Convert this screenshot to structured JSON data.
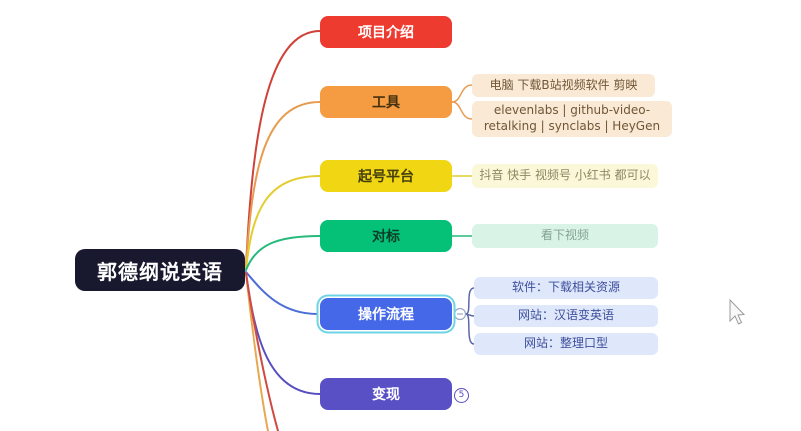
{
  "canvas": {
    "bg": "#ffffff",
    "selection_color": "#6fd3e6"
  },
  "root": {
    "label": "郭德纲说英语",
    "bg": "#18182f",
    "text_color": "#ffffff"
  },
  "branches": [
    {
      "label": "项目介绍",
      "bg": "#ee3b30",
      "text_color": "#ffffff",
      "line_color": "#cf4239",
      "children": []
    },
    {
      "label": "工具",
      "bg": "#f59b42",
      "text_color": "#45310e",
      "line_color": "#e79b4f",
      "children": [
        {
          "label": "电脑 下载B站视频软件 剪映",
          "bg": "#fae9d5",
          "text_color": "#6f5636"
        },
        {
          "label": "elevenlabs | github-video-retalking | synclabs | HeyGen",
          "bg": "#fae9d5",
          "text_color": "#6f5636"
        }
      ]
    },
    {
      "label": "起号平台",
      "bg": "#f1d614",
      "text_color": "#45400e",
      "line_color": "#e3cd30",
      "children": [
        {
          "label": "抖音 快手 视频号 小红书 都可以",
          "bg": "#fbf8da",
          "text_color": "#8d8760"
        }
      ]
    },
    {
      "label": "对标",
      "bg": "#05c178",
      "text_color": "#0b3e28",
      "line_color": "#27b97c",
      "children": [
        {
          "label": "看下视频",
          "bg": "#d9f3e6",
          "text_color": "#85a394"
        }
      ]
    },
    {
      "label": "操作流程",
      "bg": "#4568e8",
      "text_color": "#ffffff",
      "line_color": "#4c6cd8",
      "selected": true,
      "children": [
        {
          "label": "软件：下载相关资源",
          "bg": "#dfe7fa",
          "text_color": "#3d4f9d"
        },
        {
          "label": "网站：汉语变英语",
          "bg": "#dfe7fa",
          "text_color": "#3d4f9d"
        },
        {
          "label": "网站：整理口型",
          "bg": "#dfe7fa",
          "text_color": "#3d4f9d"
        }
      ]
    },
    {
      "label": "变现",
      "bg": "#5950c6",
      "text_color": "#ffffff",
      "line_color": "#574ec0",
      "collapsed_count": "5",
      "children": []
    }
  ],
  "offscreen_lines": [
    {
      "color": "#e8a851"
    },
    {
      "color": "#d04a42"
    }
  ]
}
